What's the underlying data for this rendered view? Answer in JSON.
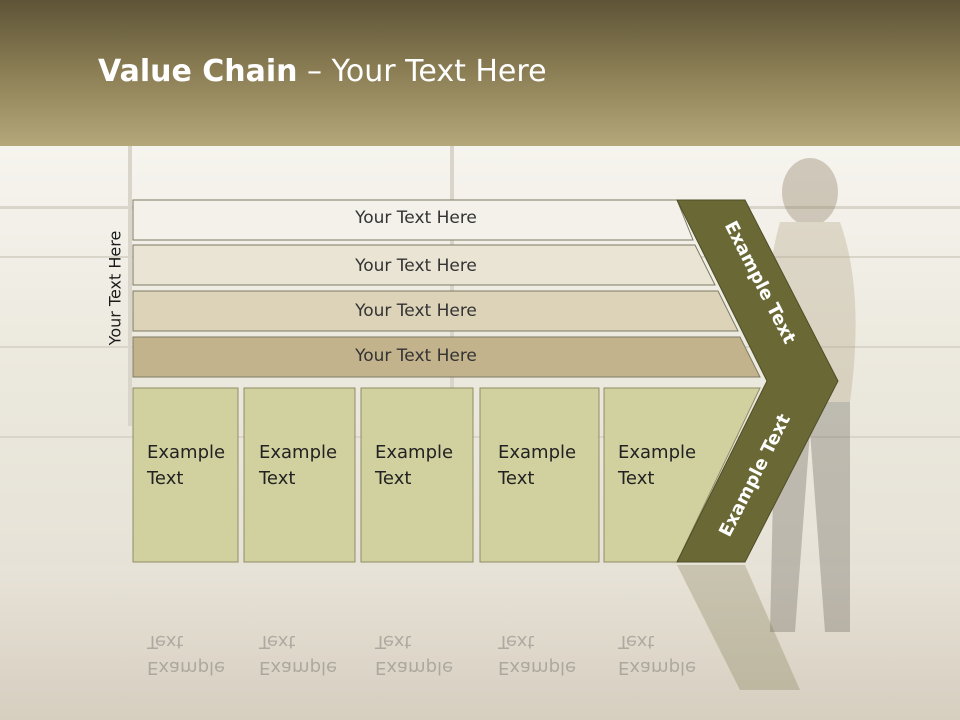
{
  "title": {
    "bold": "Value Chain",
    "rest": " – Your Text Here"
  },
  "side_label": "Your Text Here",
  "rows": [
    "Your Text Here",
    "Your Text Here",
    "Your Text Here",
    "Your Text Here"
  ],
  "boxes": [
    "Example Text",
    "Example Text",
    "Example Text",
    "Example Text",
    "Example Text"
  ],
  "chevron_top": "Example Text",
  "chevron_bottom": "Example Text",
  "colors": {
    "row1": "#f3f1ea",
    "row2": "#e9e4d3",
    "row3": "#ddd3b9",
    "row4": "#c3b38c",
    "box": "#d1d09f",
    "chevron": "#6a6936",
    "header": "#8c7f55"
  }
}
